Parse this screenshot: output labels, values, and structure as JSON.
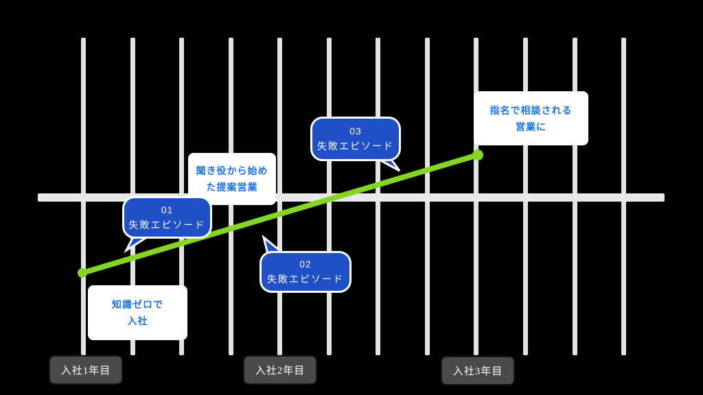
{
  "bubbles": [
    {
      "number": "01",
      "label": "失敗エピソード"
    },
    {
      "number": "02",
      "label": "失敗エピソード"
    },
    {
      "number": "03",
      "label": "失敗エピソード"
    }
  ],
  "notes": [
    {
      "line1": "知識ゼロで",
      "line2": "入社"
    },
    {
      "line1": "聞き役から始め",
      "line2": "た提案営業"
    },
    {
      "line1": "指名で相談される",
      "line2": "営業に"
    }
  ],
  "years": [
    {
      "label": "入社1年目"
    },
    {
      "label": "入社2年目"
    },
    {
      "label": "入社3年目"
    }
  ],
  "colors": {
    "bubble_blue": "#1F50C8",
    "note_text_blue": "#1A73E8",
    "growth_green": "#84D623",
    "axis_gray": "#E9E9E9",
    "grid_line": "#F4F4F4",
    "year_label_bg": "#4A4A4A"
  }
}
